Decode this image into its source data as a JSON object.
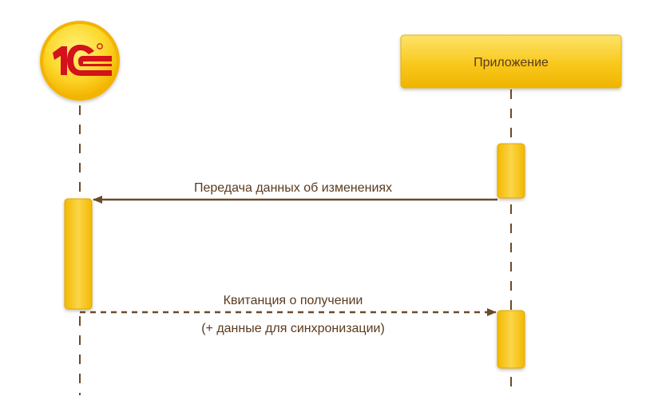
{
  "participants": {
    "left": {
      "logo_text": "1С"
    },
    "right": {
      "label": "Приложение"
    }
  },
  "messages": [
    {
      "label": "Передача данных об изменениях",
      "direction": "right-to-left",
      "style": "solid"
    },
    {
      "label": "Квитанция о получении",
      "sublabel": "(+ данные для синхронизации)",
      "direction": "left-to-right",
      "style": "dashed"
    }
  ],
  "colors": {
    "box_gradient_top": "#fbd94a",
    "box_gradient_bottom": "#f0b400",
    "box_border": "#e0a800",
    "arrow": "#6b4a2a",
    "lifeline": "#6b4a2a",
    "logo_red": "#d3121b",
    "text": "#5a3a1c"
  }
}
